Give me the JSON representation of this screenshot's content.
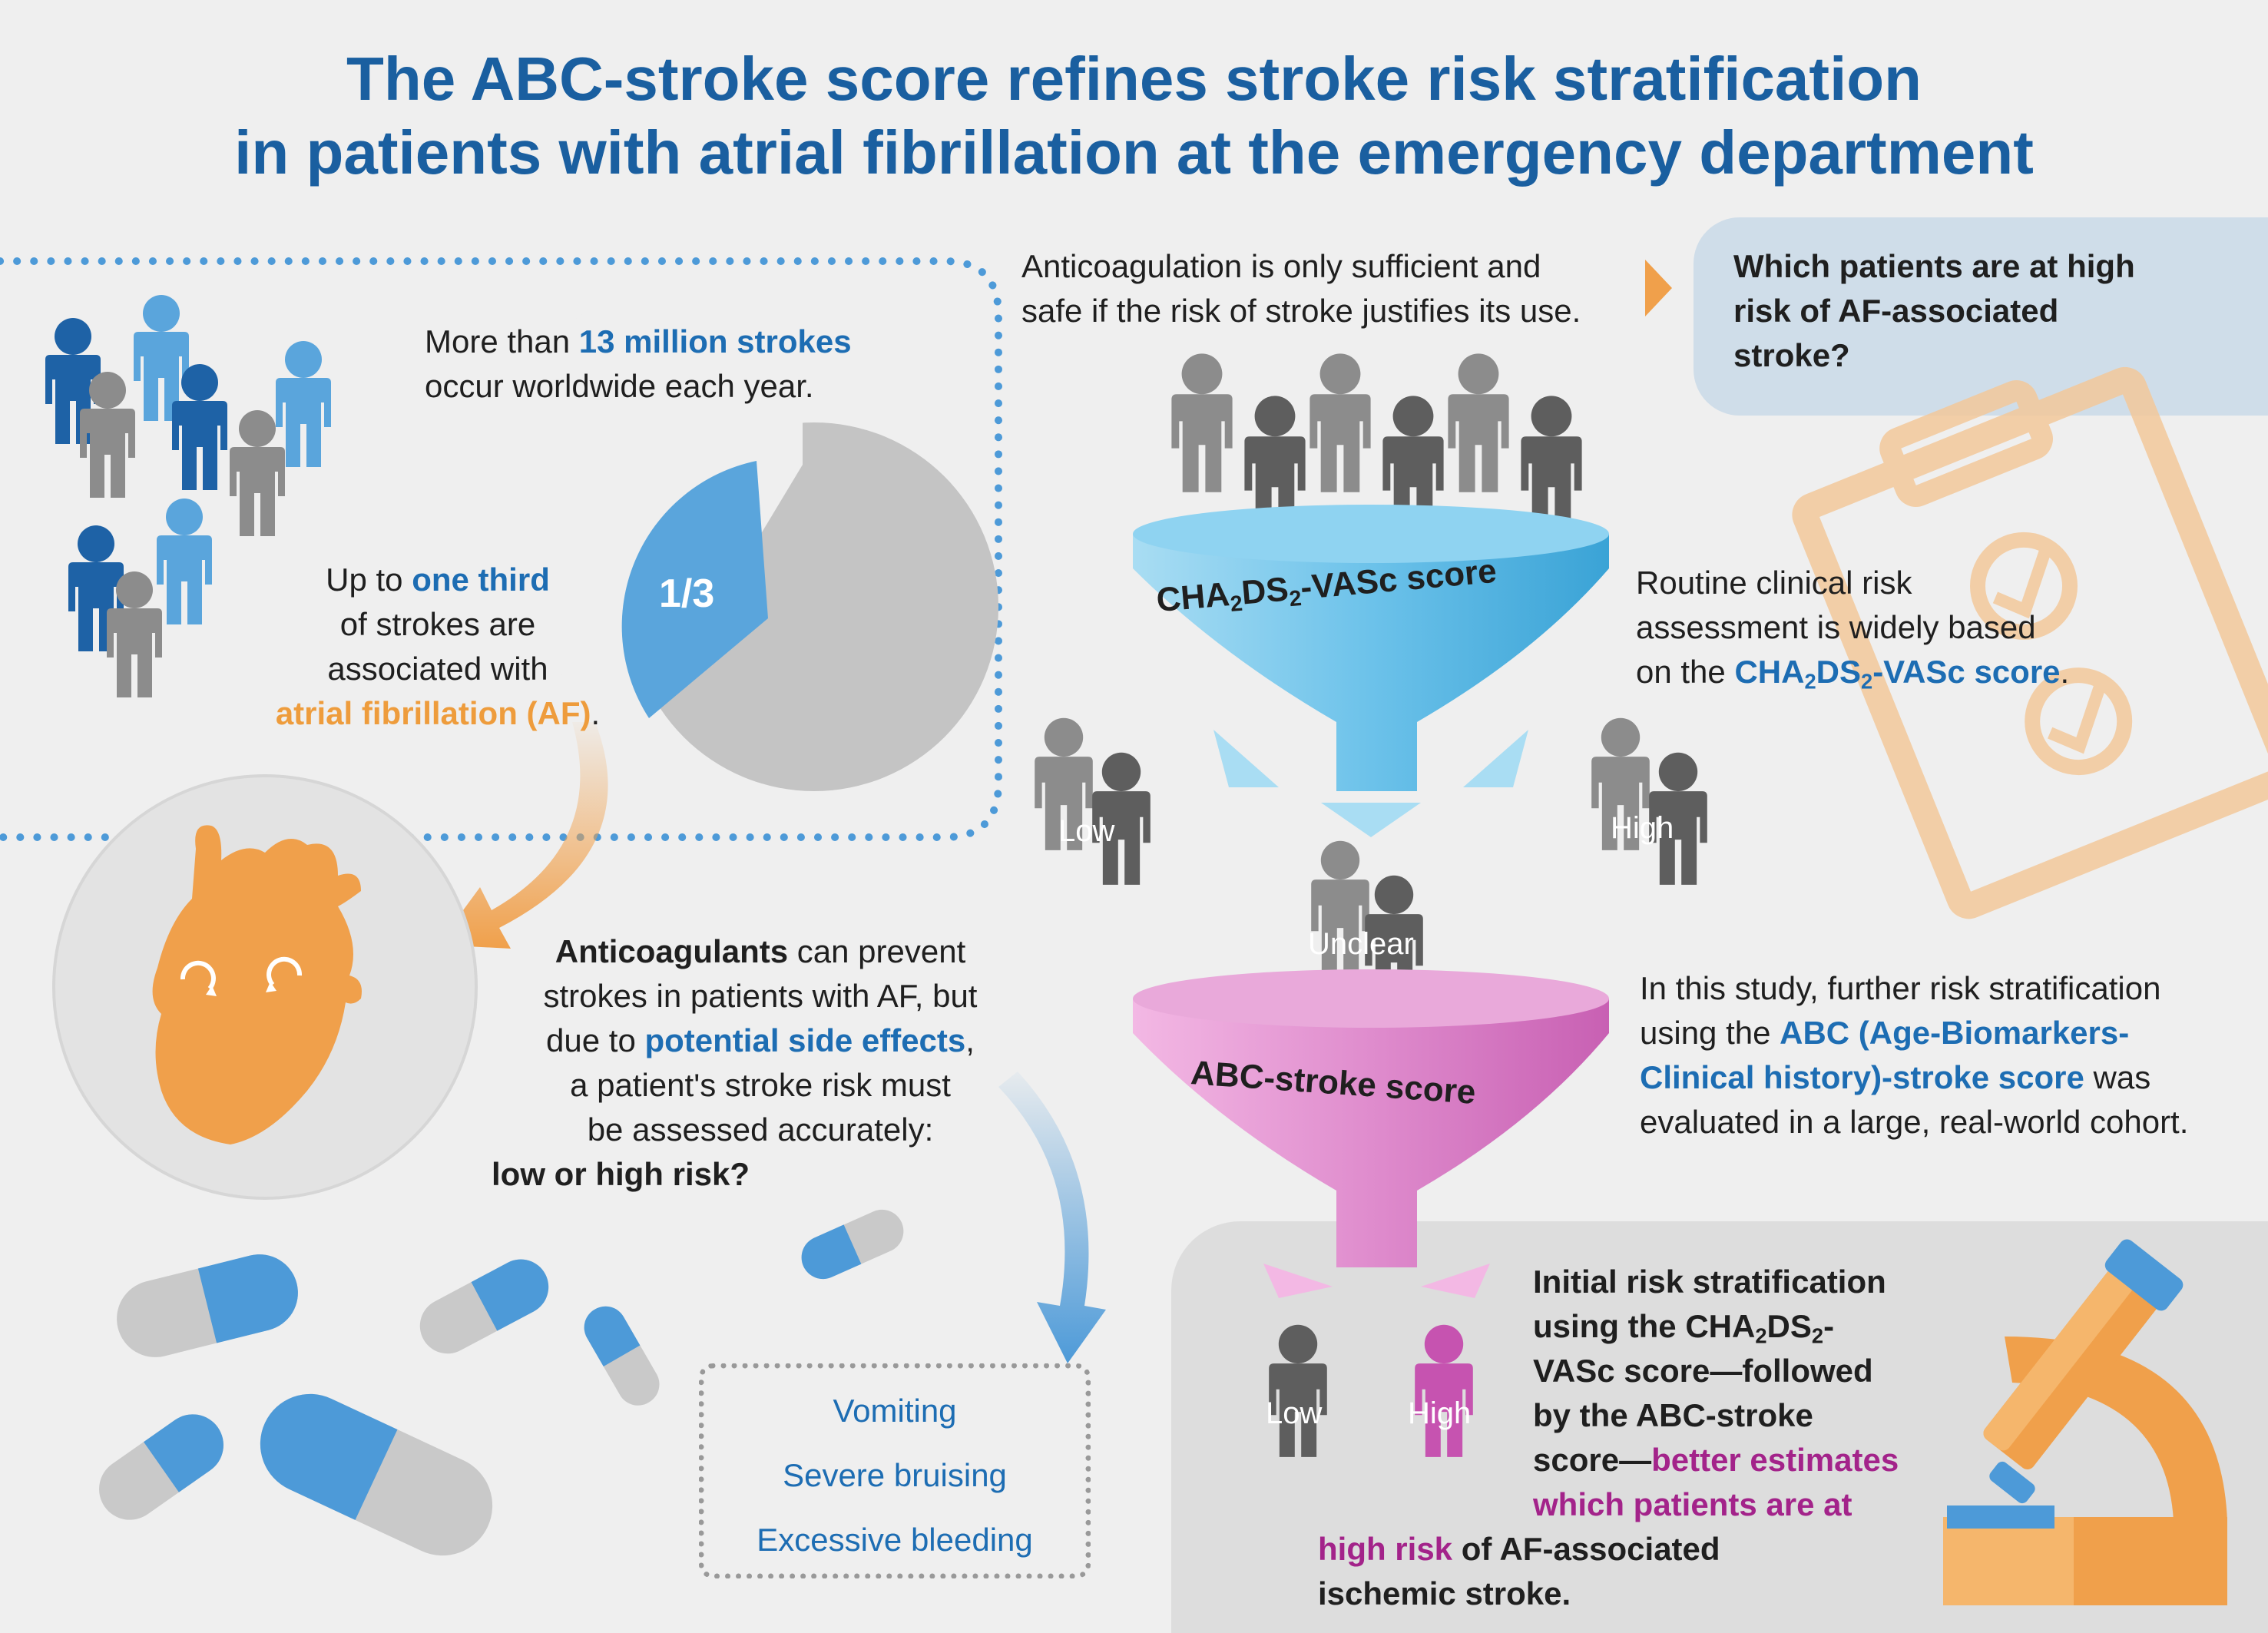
{
  "title": {
    "line1": "The ABC-stroke score refines stroke risk stratification",
    "line2": "in patients with atrial fibrillation at the emergency department"
  },
  "strokes": {
    "pre": "More than ",
    "highlight": "13 million strokes",
    "post": "occur worldwide each year."
  },
  "af_share": {
    "l1_pre": "Up to ",
    "l1_highlight": "one third",
    "l2": "of strokes are",
    "l3": "associated with",
    "l4_highlight": "atrial fibrillation (AF)",
    "l4_post": ".",
    "pie_label": "1/3",
    "pie_fraction": 0.333
  },
  "anticoag_note": {
    "l1": "Anticoagulation is only sufficient and",
    "l2": "safe if the risk of stroke justifies its use."
  },
  "question": {
    "l1": "Which patients are at high",
    "l2": "risk of AF-associated",
    "l3": "stroke?"
  },
  "funnel1": {
    "label_a": "CHA",
    "sub1": "2",
    "label_b": "DS",
    "sub2": "2",
    "label_c": "-VASc score"
  },
  "routine": {
    "l1": "Routine clinical risk",
    "l2": "assessment is widely based",
    "l3_pre": "on the ",
    "l3_a": "CHA",
    "l3_sub1": "2",
    "l3_b": "DS",
    "l3_sub2": "2",
    "l3_c": "-VASc score",
    "l3_post": "."
  },
  "groups": {
    "low": "Low",
    "high": "High",
    "unclear": "Unclear",
    "low2": "Low",
    "high2": "High"
  },
  "anticoagulants": {
    "l1_bold": "Anticoagulants",
    "l1_post": " can prevent",
    "l2": "strokes in patients with AF, but",
    "l3_pre": "due to ",
    "l3_highlight": "potential side effects",
    "l3_post": ",",
    "l4": "a patient's stroke risk must",
    "l5": "be assessed accurately:",
    "l6_bold": "low or high risk?"
  },
  "side_effects": [
    "Vomiting",
    "Severe bruising",
    "Excessive bleeding"
  ],
  "funnel2": {
    "label": "ABC-stroke score"
  },
  "study": {
    "l1": "In this study, further risk stratification",
    "l2_pre": "using the ",
    "l2_highlight": "ABC (Age-Biomarkers-",
    "l3_highlight": "Clinical history)-stroke score",
    "l3_post": " was",
    "l4": "evaluated in a large, real-world cohort."
  },
  "conclusion": {
    "l1": "Initial risk stratification",
    "l2_a": "using the CHA",
    "l2_sub1": "2",
    "l2_b": "DS",
    "l2_sub2": "2",
    "l2_c": "-",
    "l3": "VASc score—followed",
    "l4": "by the ABC-stroke",
    "l5_pre": "score—",
    "l5_highlight": "better estimates",
    "l6_highlight": "which patients are at",
    "l7_highlight": "high risk",
    "l7_post": " of AF-associated",
    "l8": "ischemic stroke."
  },
  "colors": {
    "title": "#1a5fa0",
    "highlight_blue": "#1d6db3",
    "highlight_orange": "#ee9c3c",
    "highlight_magenta": "#a3238a",
    "person_dark_blue": "#1e62a6",
    "person_light_blue": "#5aa5dc",
    "person_gray": "#8c8c8c",
    "funnel_blue": "#6fc0e6",
    "funnel_pink": "#d97fc5",
    "heart": "#f0a04b",
    "pill_blue": "#4d9ad8",
    "pill_gray": "#c9c9c9"
  },
  "icons": [
    "person-icon",
    "pie-chart",
    "heart-icon",
    "pill-icon",
    "funnel-icon",
    "arrow-icon",
    "microscope-icon",
    "clipboard-icon"
  ]
}
